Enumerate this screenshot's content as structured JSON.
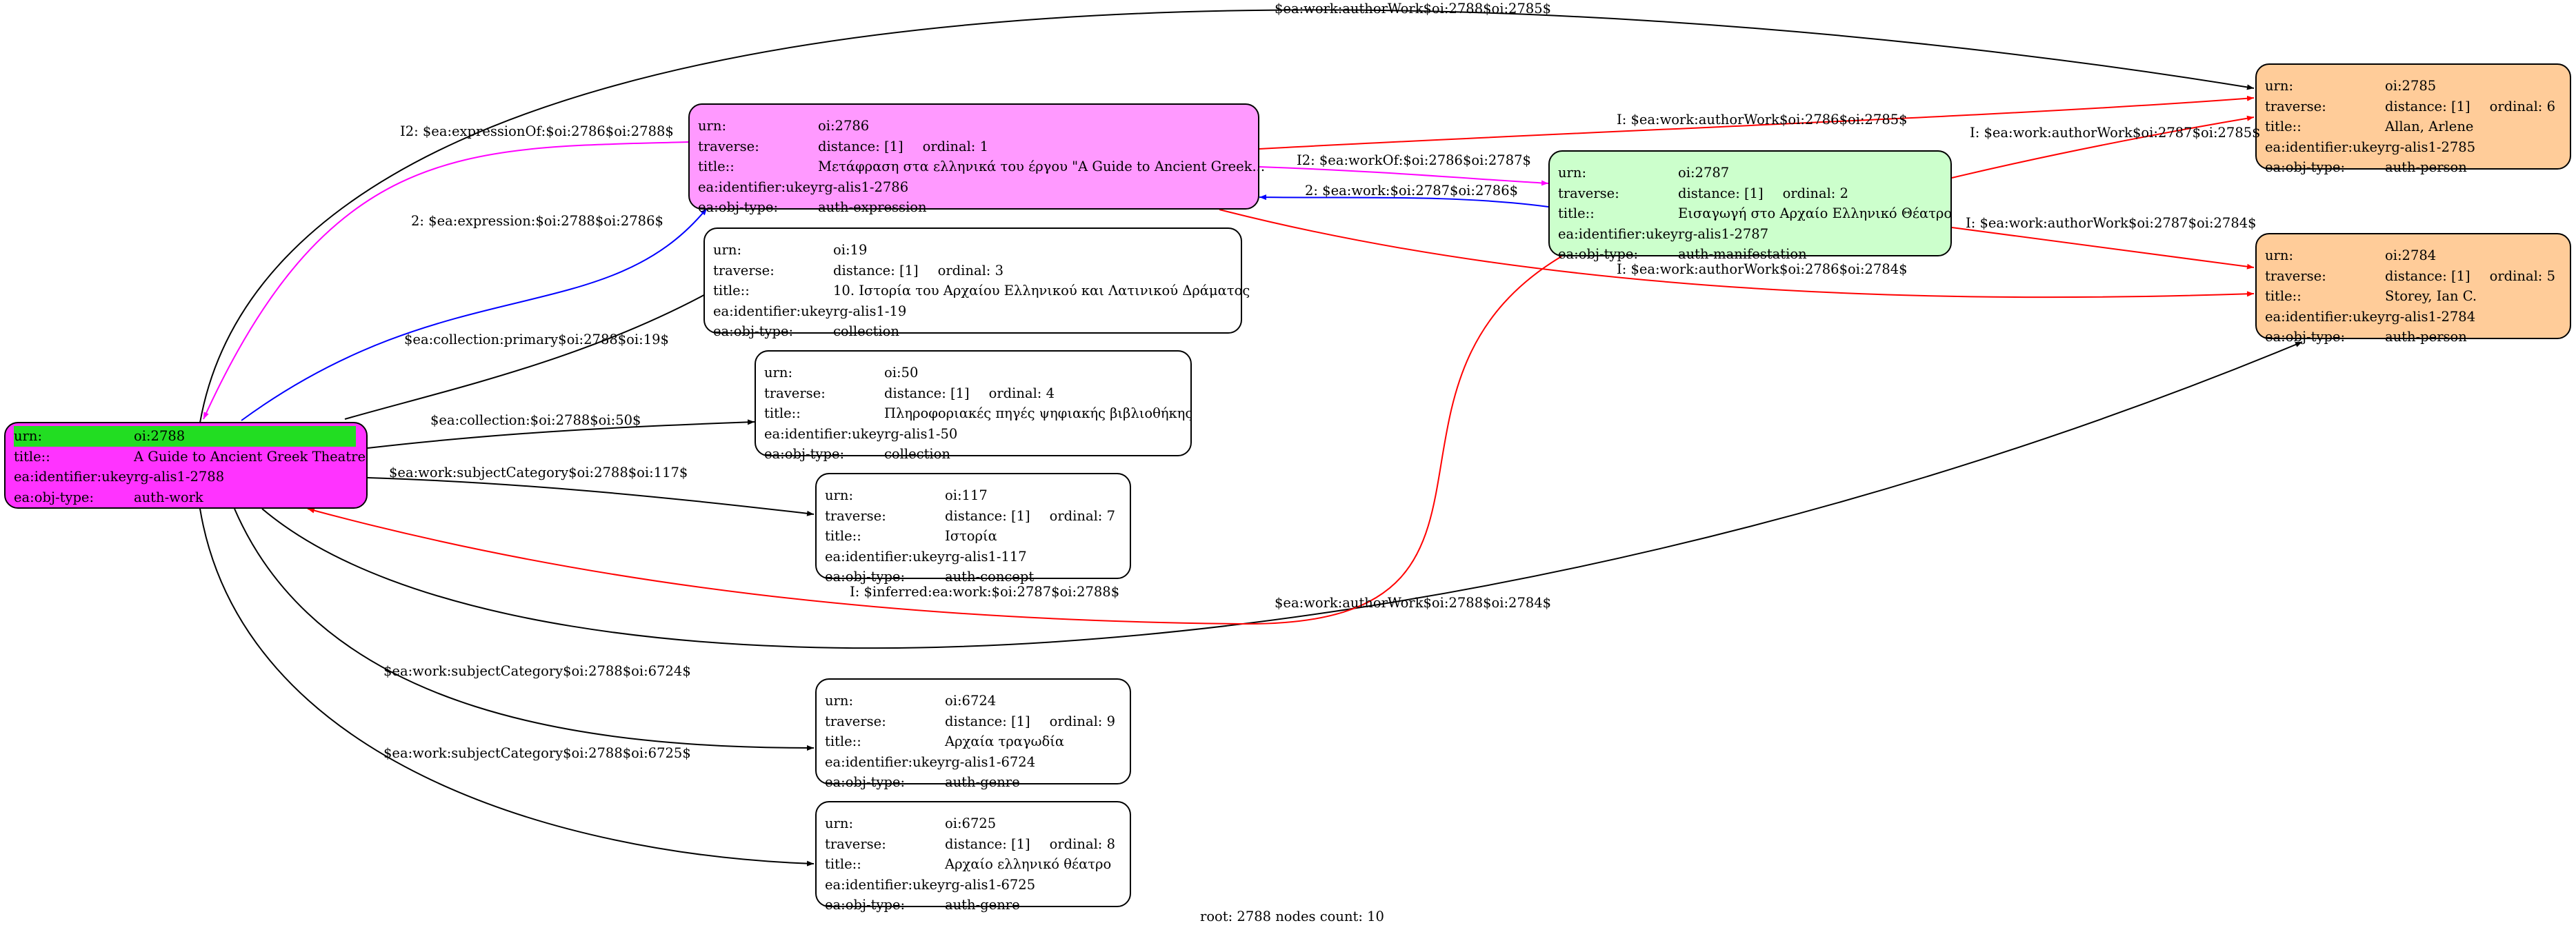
{
  "nodes": [
    {
      "id": "n2788",
      "urn_key": "urn:",
      "urn": "oi:2788",
      "title_key": "title::",
      "title": "A Guide to Ancient Greek Theatre",
      "ukey_key": "ea:identifier:ukey",
      "ukey": "rg-alis1-2788",
      "type_key": "ea:obj-type:",
      "type": "auth-work",
      "fill": "#ff33ff"
    },
    {
      "id": "n2786",
      "urn_key": "urn:",
      "urn": "oi:2786",
      "traverse_key": "traverse:",
      "distance": "distance: [1]",
      "ordinal": "ordinal: 1",
      "title_key": "title::",
      "title": "Μετάφραση στα ελληνικά του έργου \"A Guide to Ancient Greek...",
      "ukey_key": "ea:identifier:ukey",
      "ukey": "rg-alis1-2786",
      "type_key": "ea:obj-type:",
      "type": "auth-expression",
      "fill": "#ff99ff"
    },
    {
      "id": "n19",
      "urn_key": "urn:",
      "urn": "oi:19",
      "traverse_key": "traverse:",
      "distance": "distance: [1]",
      "ordinal": "ordinal: 3",
      "title_key": "title::",
      "title": "10. Ιστορία του Αρχαίου Ελληνικού και Λατινικού Δράματος",
      "ukey_key": "ea:identifier:ukey",
      "ukey": "rg-alis1-19",
      "type_key": "ea:obj-type:",
      "type": "collection",
      "fill": "#ffffff"
    },
    {
      "id": "n50",
      "urn_key": "urn:",
      "urn": "oi:50",
      "traverse_key": "traverse:",
      "distance": "distance: [1]",
      "ordinal": "ordinal: 4",
      "title_key": "title::",
      "title": "Πληροφοριακές πηγές ψηφιακής βιβλιοθήκης",
      "ukey_key": "ea:identifier:ukey",
      "ukey": "rg-alis1-50",
      "type_key": "ea:obj-type:",
      "type": "collection",
      "fill": "#ffffff"
    },
    {
      "id": "n117",
      "urn_key": "urn:",
      "urn": "oi:117",
      "traverse_key": "traverse:",
      "distance": "distance: [1]",
      "ordinal": "ordinal: 7",
      "title_key": "title::",
      "title": "Ιστορία",
      "ukey_key": "ea:identifier:ukey",
      "ukey": "rg-alis1-117",
      "type_key": "ea:obj-type:",
      "type": "auth-concept",
      "fill": "#ffffff"
    },
    {
      "id": "n6724",
      "urn_key": "urn:",
      "urn": "oi:6724",
      "traverse_key": "traverse:",
      "distance": "distance: [1]",
      "ordinal": "ordinal: 9",
      "title_key": "title::",
      "title": "Αρχαία τραγωδία",
      "ukey_key": "ea:identifier:ukey",
      "ukey": "rg-alis1-6724",
      "type_key": "ea:obj-type:",
      "type": "auth-genre",
      "fill": "#ffffff"
    },
    {
      "id": "n6725",
      "urn_key": "urn:",
      "urn": "oi:6725",
      "traverse_key": "traverse:",
      "distance": "distance: [1]",
      "ordinal": "ordinal: 8",
      "title_key": "title::",
      "title": "Αρχαίο ελληνικό θέατρο",
      "ukey_key": "ea:identifier:ukey",
      "ukey": "rg-alis1-6725",
      "type_key": "ea:obj-type:",
      "type": "auth-genre",
      "fill": "#ffffff"
    },
    {
      "id": "n2787",
      "urn_key": "urn:",
      "urn": "oi:2787",
      "traverse_key": "traverse:",
      "distance": "distance: [1]",
      "ordinal": "ordinal: 2",
      "title_key": "title::",
      "title": "Εισαγωγή στο Αρχαίο Ελληνικό Θέατρο",
      "ukey_key": "ea:identifier:ukey",
      "ukey": "rg-alis1-2787",
      "type_key": "ea:obj-type:",
      "type": "auth-manifestation",
      "fill": "#ccffcc"
    },
    {
      "id": "n2785",
      "urn_key": "urn:",
      "urn": "oi:2785",
      "traverse_key": "traverse:",
      "distance": "distance: [1]",
      "ordinal": "ordinal: 6",
      "title_key": "title::",
      "title": "Allan, Arlene",
      "ukey_key": "ea:identifier:ukey",
      "ukey": "rg-alis1-2785",
      "type_key": "ea:obj-type:",
      "type": "auth-person",
      "fill": "#ffcc99"
    },
    {
      "id": "n2784",
      "urn_key": "urn:",
      "urn": "oi:2784",
      "traverse_key": "traverse:",
      "distance": "distance: [1]",
      "ordinal": "ordinal: 5",
      "title_key": "title::",
      "title": "Storey, Ian C.",
      "ukey_key": "ea:identifier:ukey",
      "ukey": "rg-alis1-2784",
      "type_key": "ea:obj-type:",
      "type": "auth-person",
      "fill": "#ffcc99"
    }
  ],
  "edges": [
    {
      "label": "$ea:work:authorWork$oi:2788$oi:2785$",
      "color": "#000000"
    },
    {
      "label": "I2: $ea:expressionOf:$oi:2786$oi:2788$",
      "color": "#ff00ff"
    },
    {
      "label": "2: $ea:expression:$oi:2788$oi:2786$",
      "color": "#0000ff"
    },
    {
      "label": "$ea:collection:primary$oi:2788$oi:19$",
      "color": "#000000"
    },
    {
      "label": "$ea:collection:$oi:2788$oi:50$",
      "color": "#000000"
    },
    {
      "label": "$ea:work:subjectCategory$oi:2788$oi:117$",
      "color": "#000000"
    },
    {
      "label": "$ea:work:subjectCategory$oi:2788$oi:6724$",
      "color": "#000000"
    },
    {
      "label": "$ea:work:subjectCategory$oi:2788$oi:6725$",
      "color": "#000000"
    },
    {
      "label": "$ea:work:authorWork$oi:2788$oi:2784$",
      "color": "#000000"
    },
    {
      "label": "I: $ea:work:authorWork$oi:2786$oi:2785$",
      "color": "#ff0000"
    },
    {
      "label": "I2: $ea:workOf:$oi:2786$oi:2787$",
      "color": "#ff00ff"
    },
    {
      "label": "2: $ea:work:$oi:2787$oi:2786$",
      "color": "#0000ff"
    },
    {
      "label": "I: $ea:work:authorWork$oi:2786$oi:2784$",
      "color": "#ff0000"
    },
    {
      "label": "I: $ea:work:authorWork$oi:2787$oi:2785$",
      "color": "#ff0000"
    },
    {
      "label": "I: $ea:work:authorWork$oi:2787$oi:2784$",
      "color": "#ff0000"
    },
    {
      "label": "I: $inferred:ea:work:$oi:2787$oi:2788$",
      "color": "#ff0000"
    }
  ],
  "footer": "root: 2788 nodes count: 10"
}
